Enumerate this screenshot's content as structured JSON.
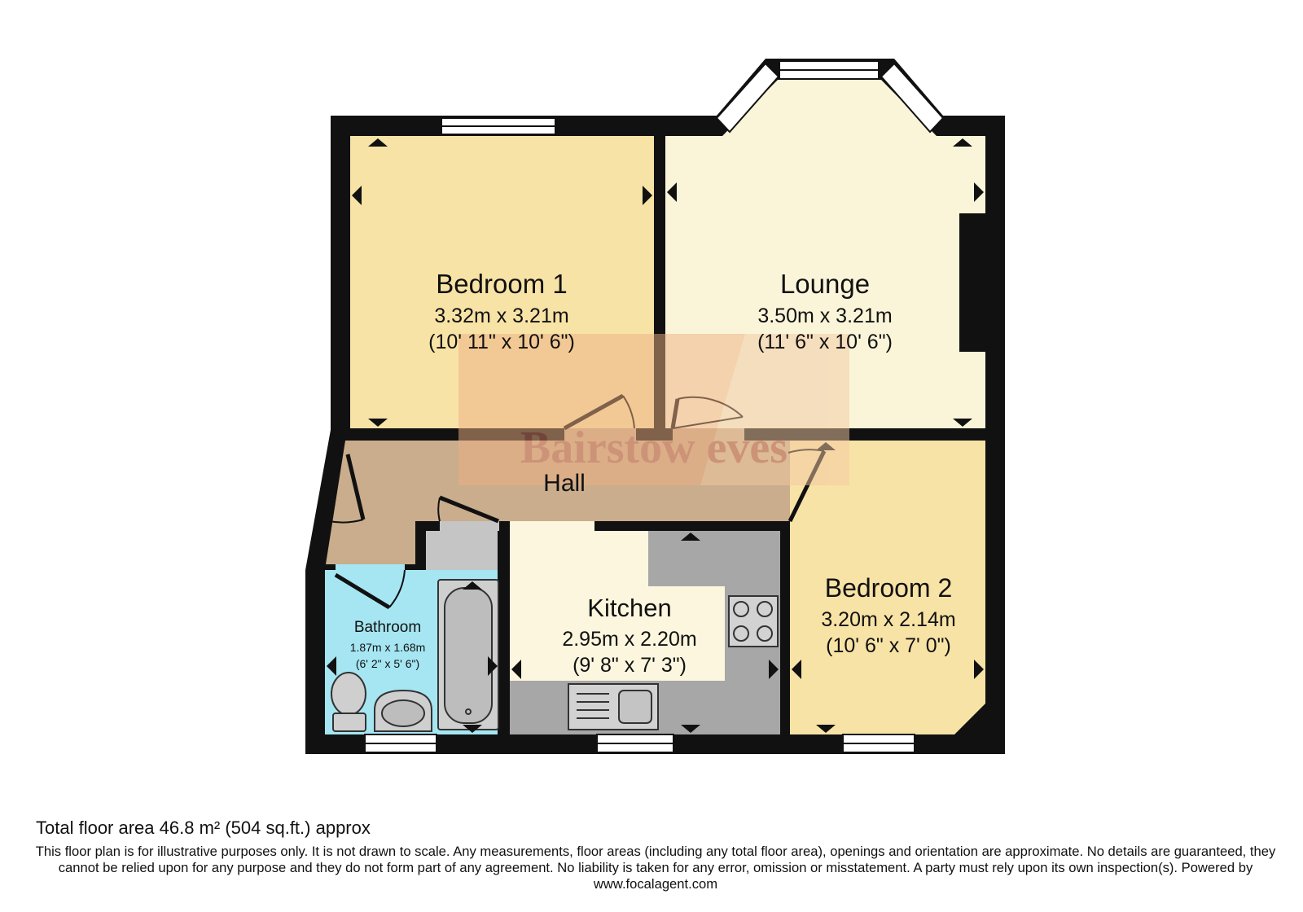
{
  "rooms": {
    "bedroom1": {
      "name": "Bedroom 1",
      "dim_m": "3.32m x 3.21m",
      "dim_ft": "(10' 11\" x 10' 6\")"
    },
    "lounge": {
      "name": "Lounge",
      "dim_m": "3.50m x 3.21m",
      "dim_ft": "(11' 6\" x 10' 6\")"
    },
    "hall": {
      "name": "Hall"
    },
    "kitchen": {
      "name": "Kitchen",
      "dim_m": "2.95m x 2.20m",
      "dim_ft": "(9' 8\" x 7' 3\")"
    },
    "bedroom2": {
      "name": "Bedroom 2",
      "dim_m": "3.20m x 2.14m",
      "dim_ft": "(10' 6\" x 7' 0\")"
    },
    "bathroom": {
      "name": "Bathroom",
      "dim_m": "1.87m x 1.68m",
      "dim_ft": "(6' 2\" x 5' 6\")"
    }
  },
  "watermark": "Bairstow eves",
  "footer": {
    "total_area": "Total floor area 46.8 m² (504 sq.ft.) approx",
    "disclaimer": "This floor plan is for illustrative purposes only. It is not drawn to scale. Any measurements, floor areas (including any total floor area), openings and orientation are approximate. No details are guaranteed, they cannot be relied upon for any purpose and they do not form part of any agreement. No liability is taken for any error, omission or misstatement. A party must rely upon its own inspection(s). Powered by www.focalagent.com"
  },
  "colors": {
    "wall": "#111111",
    "bedroom1": "#f8e3a6",
    "lounge": "#faf5d9",
    "hall": "#c9ad8c",
    "kitchen": "#fbf6dd",
    "kitchen_counter": "#a7a7a7",
    "bedroom2": "#f8e3a6",
    "bathroom": "#a5e6f2",
    "cupboard": "#c5c5c5"
  }
}
